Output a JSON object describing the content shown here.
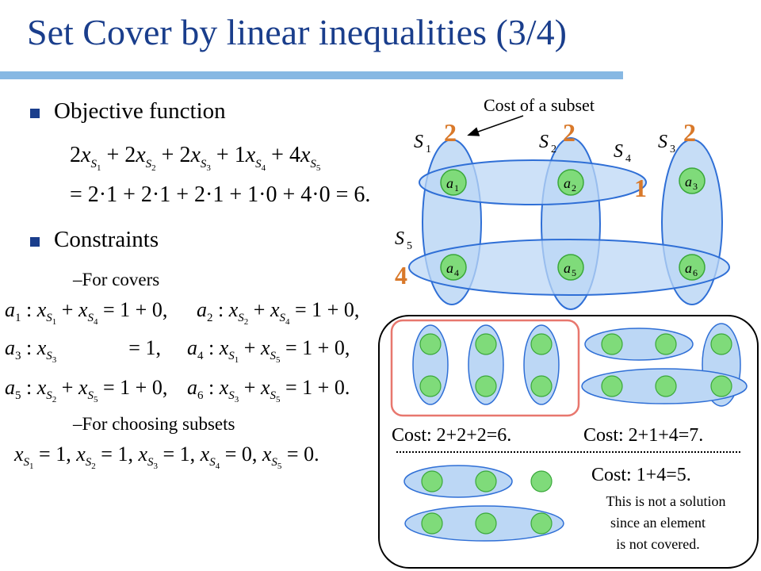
{
  "title": "Set Cover by linear inequalities (3/4)",
  "bullets": {
    "objective": "Objective function",
    "constraints": "Constraints",
    "for_covers": "–For covers",
    "for_choosing": "–For choosing subsets"
  },
  "objective_eq": {
    "line1": {
      "c1": "2",
      "c2": "2",
      "c3": "2",
      "c4": "1",
      "c5": "4"
    },
    "line2": "= 2·1 + 2·1 + 2·1 + 1·0 + 4·0 = 6."
  },
  "cover_constraints": [
    {
      "el": "a",
      "sub": "1",
      "vars": [
        "1",
        "4"
      ],
      "rhs": "= 1 + 0,"
    },
    {
      "el": "a",
      "sub": "2",
      "vars": [
        "2",
        "4"
      ],
      "rhs": "= 1 + 0,"
    },
    {
      "el": "a",
      "sub": "3",
      "vars": [
        "3"
      ],
      "rhs": "= 1,"
    },
    {
      "el": "a",
      "sub": "4",
      "vars": [
        "1",
        "5"
      ],
      "rhs": "= 1 + 0,"
    },
    {
      "el": "a",
      "sub": "5",
      "vars": [
        "2",
        "5"
      ],
      "rhs": "= 1 + 0,"
    },
    {
      "el": "a",
      "sub": "6",
      "vars": [
        "3",
        "5"
      ],
      "rhs": "= 1 + 0."
    }
  ],
  "choice_values": [
    {
      "sub": "1",
      "val": "1,"
    },
    {
      "sub": "2",
      "val": "1,"
    },
    {
      "sub": "3",
      "val": "1,"
    },
    {
      "sub": "4",
      "val": "0,"
    },
    {
      "sub": "5",
      "val": "0."
    }
  ],
  "diagram": {
    "cost_label": "Cost of a subset",
    "sets": [
      {
        "name": "S",
        "sub": "1",
        "cost": "2"
      },
      {
        "name": "S",
        "sub": "2",
        "cost": "2"
      },
      {
        "name": "S",
        "sub": "3",
        "cost": "2"
      },
      {
        "name": "S",
        "sub": "4",
        "cost": "1"
      },
      {
        "name": "S",
        "sub": "5",
        "cost": "4"
      }
    ],
    "elements": [
      {
        "name": "a",
        "sub": "1"
      },
      {
        "name": "a",
        "sub": "2"
      },
      {
        "name": "a",
        "sub": "3"
      },
      {
        "name": "a",
        "sub": "4"
      },
      {
        "name": "a",
        "sub": "5"
      },
      {
        "name": "a",
        "sub": "6"
      }
    ]
  },
  "examples": {
    "cost1": "Cost: 2+2+2=6.",
    "cost2": "Cost: 2+1+4=7.",
    "cost3": "Cost: 1+4=5.",
    "note_line1": "This is not a solution",
    "note_line2": "since an element",
    "note_line3": "is not covered."
  },
  "colors": {
    "title": "#1a3e8c",
    "title_bar": "#87b8e3",
    "cost_number": "#d9792a",
    "set_fill": "#bcd7f5",
    "set_stroke": "#2f6fd6",
    "element_fill": "#7fdb7a",
    "element_stroke": "#3aa83a",
    "highlight_box": "#e8776e"
  }
}
